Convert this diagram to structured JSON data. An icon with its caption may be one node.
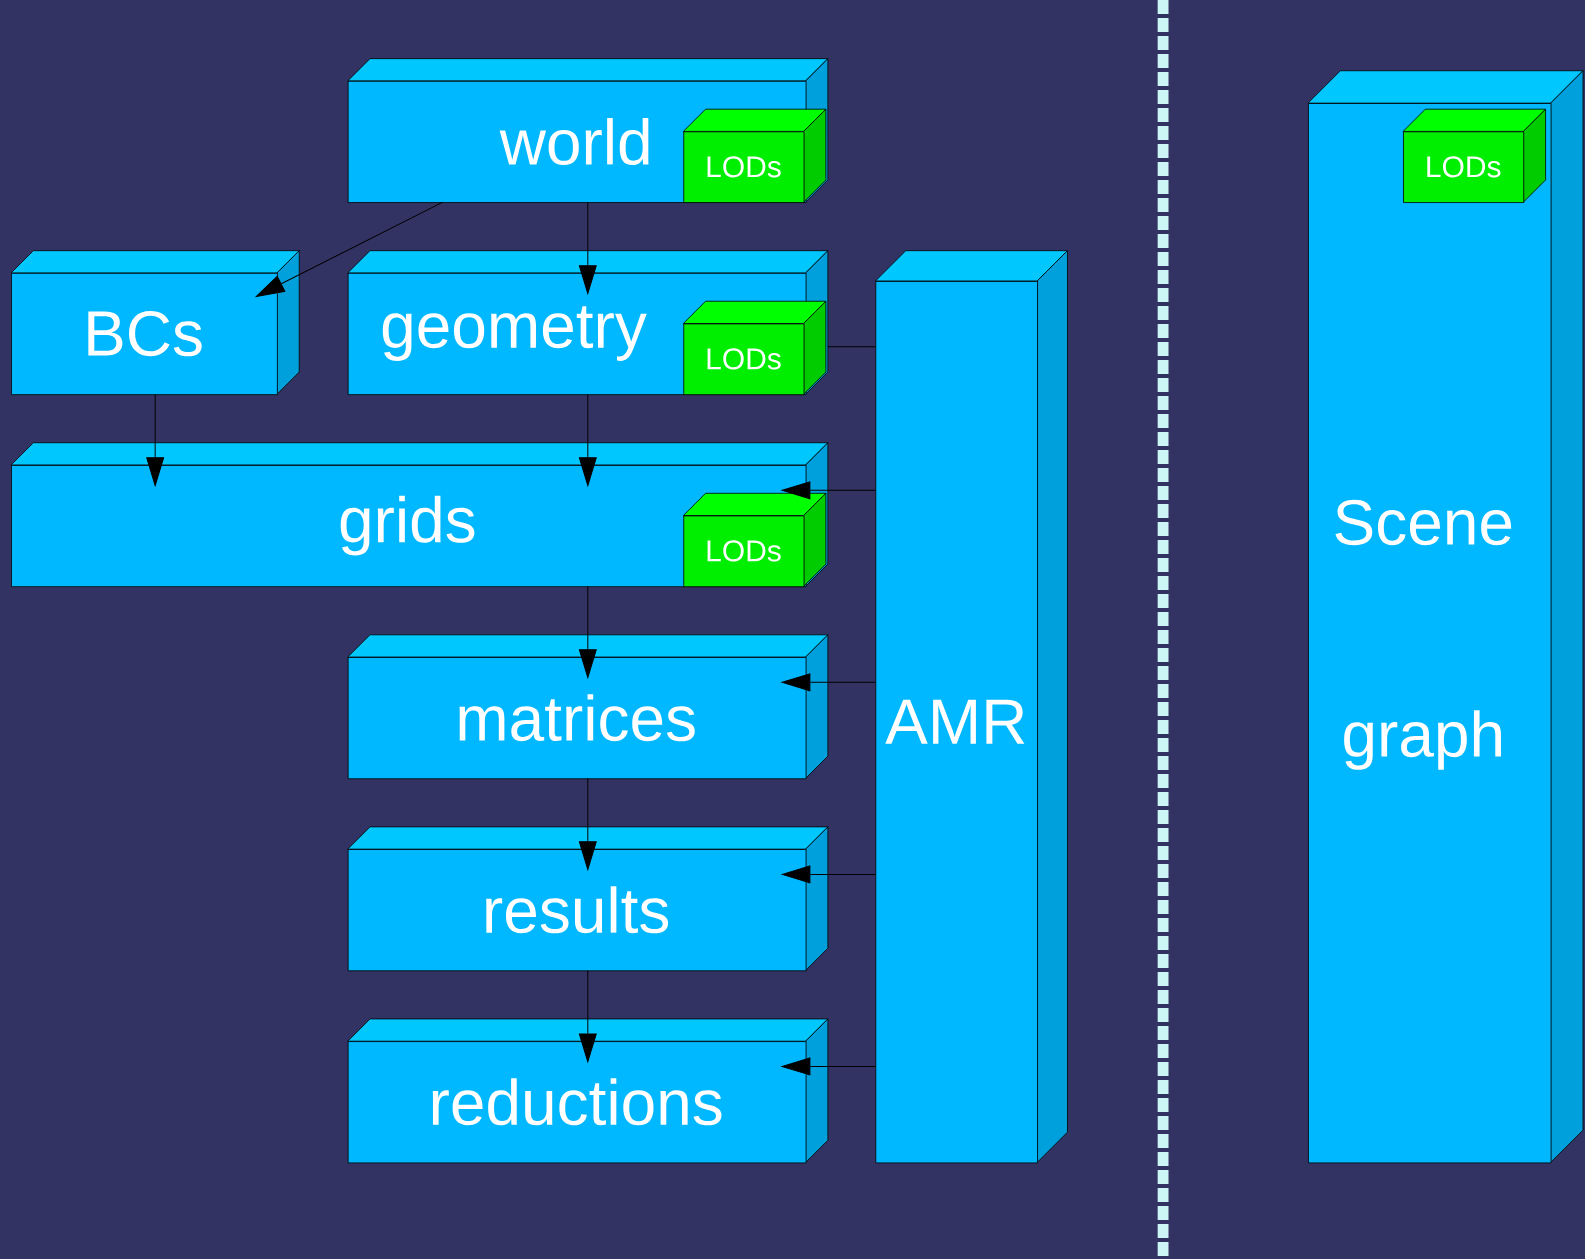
{
  "diagram": {
    "nodes": [
      {
        "text": [
          "world"
        ]
      },
      {
        "text": [
          "LODs"
        ],
        "in": 0
      },
      {
        "text": [
          "BCs"
        ]
      },
      {
        "text": [
          "geometry"
        ]
      },
      {
        "text": [
          "LODs"
        ],
        "in": 3
      },
      {
        "text": [
          "grids"
        ]
      },
      {
        "text": [
          "LODs"
        ],
        "in": 5
      },
      {
        "text": [
          "AMR"
        ]
      },
      {
        "text": [
          "matrices"
        ]
      },
      {
        "text": [
          "results"
        ]
      },
      {
        "text": [
          "reductions"
        ]
      },
      {
        "text": [
          "Scene graph"
        ]
      },
      {
        "text": [
          "LODs"
        ],
        "in": 11
      }
    ],
    "edges": [
      {
        "from": 0,
        "to": 2,
        "arrow": "to"
      },
      {
        "from": 0,
        "to": 3,
        "arrow": "to"
      },
      {
        "from": 2,
        "to": 5,
        "arrow": "to"
      },
      {
        "from": 3,
        "to": 5,
        "arrow": "to"
      },
      {
        "from": 5,
        "to": 8,
        "arrow": "to"
      },
      {
        "from": 8,
        "to": 9,
        "arrow": "to"
      },
      {
        "from": 9,
        "to": 10,
        "arrow": "to"
      },
      {
        "from": 7,
        "to": 3,
        "arrow": "none"
      },
      {
        "from": 7,
        "to": 5,
        "arrow": "to"
      },
      {
        "from": 7,
        "to": 8,
        "arrow": "to"
      },
      {
        "from": 7,
        "to": 9,
        "arrow": "to"
      },
      {
        "from": 7,
        "to": 10,
        "arrow": "to"
      }
    ]
  }
}
